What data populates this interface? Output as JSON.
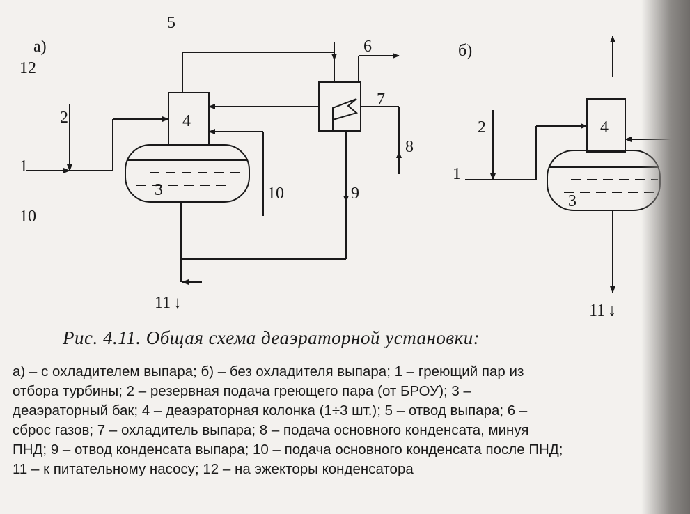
{
  "figure": {
    "panel_a_label": "а)",
    "panel_b_label": "б)",
    "labels_a": {
      "n1": "1",
      "n2": "2",
      "n3": "3",
      "n4": "4",
      "n5": "5",
      "n6": "6",
      "n7": "7",
      "n8": "8",
      "n9": "9",
      "n10_left": "10",
      "n10": "10",
      "n11": "11",
      "n12": "12"
    },
    "labels_b": {
      "n1": "1",
      "n2": "2",
      "n3": "3",
      "n4": "4",
      "n11": "11"
    }
  },
  "caption": "Рис. 4.11. Общая схема деаэраторной установки:",
  "legend": [
    "а) – с охладителем выпара; б) – без охладителя выпара; 1 – греющий пар из",
    "отбора турбины; 2 – резервная подача греющего пара (от БРОУ); 3 –",
    "деаэраторный бак; 4 – деаэраторная колонка (1÷3 шт.); 5 – отвод выпара; 6 –",
    "сброс газов; 7 – охладитель выпара; 8 – подача основного конденсата, минуя",
    "ПНД; 9 – отвод конденсата выпара; 10 – подача основного конденсата после ПНД;",
    "11 – к питательному насосу; 12 – на эжекторы конденсатора"
  ]
}
